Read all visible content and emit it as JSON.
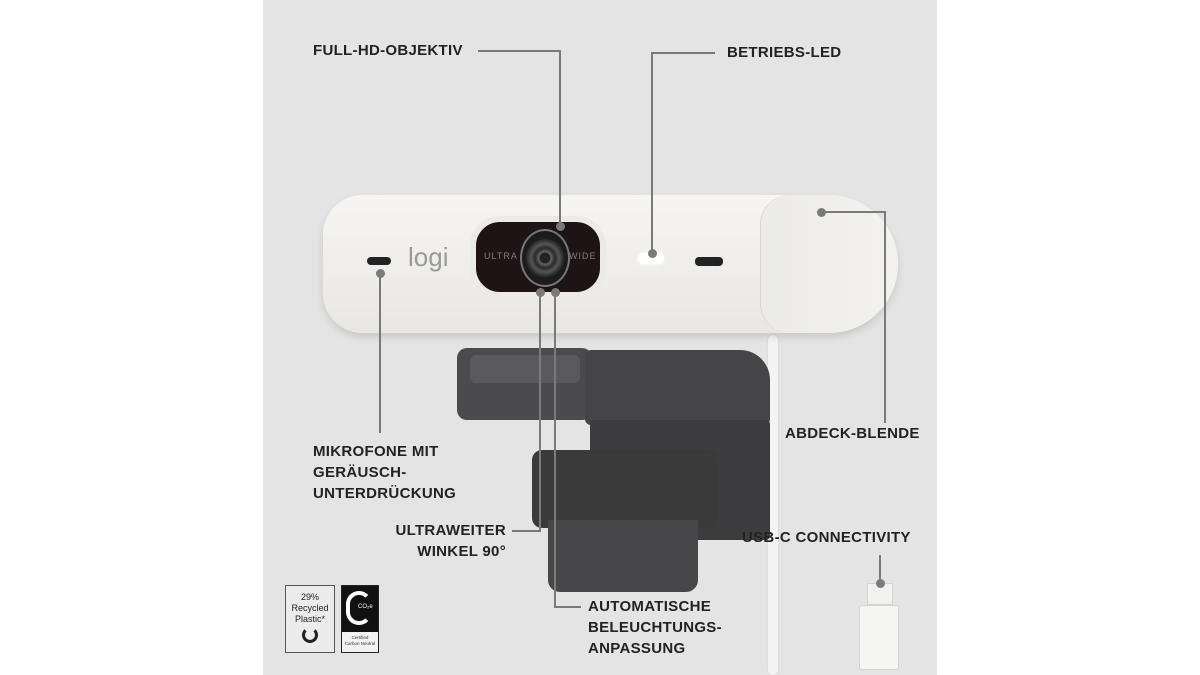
{
  "labels": {
    "lens": "FULL-HD-OBJEKTIV",
    "led": "BETRIEBS-LED",
    "cover": "ABDECK-BLENDE",
    "mic": [
      "MIKROFONE MIT",
      "GERÄUSCH-",
      "UNTERDRÜCKUNG"
    ],
    "wide": [
      "ULTRAWEITER",
      "WINKEL 90°"
    ],
    "light": [
      "AUTOMATISCHE",
      "BELEUCHTUNGS-",
      "ANPASSUNG"
    ],
    "usb": "USB-C CONNECTIVITY"
  },
  "camera": {
    "logo": "logi",
    "lens_left": "ULTRA",
    "lens_right": "WIDE"
  },
  "badges": {
    "recycled": [
      "29%",
      "Recycled",
      "Plastic*"
    ],
    "carbon_symbol": "CO₂e",
    "carbon_text": [
      "Certified",
      "Carbon Neutral"
    ]
  }
}
